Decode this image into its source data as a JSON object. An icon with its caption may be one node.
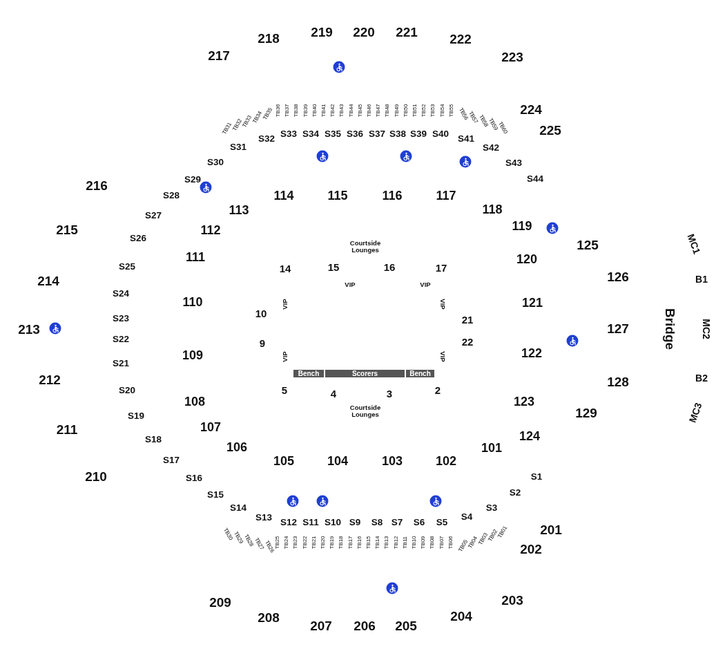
{
  "diagram": {
    "nodes": [
      {
        "text": [
          "Bench"
        ]
      },
      {
        "text": [
          "Scorers"
        ]
      },
      {
        "text": [
          "Bench"
        ]
      }
    ],
    "labels": [
      "219",
      "220",
      "221",
      "218",
      "222",
      "217",
      "223",
      "TB31",
      "TB32",
      "TB33",
      "TB34",
      "TB35",
      "TB36",
      "TB37",
      "TB38",
      "TB39",
      "TB40",
      "TB41",
      "TB42",
      "TB43",
      "TB44",
      "TB45",
      "TB46",
      "TB47",
      "TB48",
      "TB49",
      "TB50",
      "TB51",
      "TB52",
      "TB53",
      "TB54",
      "TB55",
      "TB56",
      "TB57",
      "TB58",
      "TB59",
      "TB60",
      "224",
      "225",
      "S32",
      "S33",
      "S34",
      "S35",
      "S36",
      "S37",
      "S38",
      "S39",
      "S40",
      "S41",
      "S31",
      "S42",
      "S30",
      "S43",
      "216",
      "S29",
      "S44",
      "S28",
      "114",
      "115",
      "116",
      "117",
      "S27",
      "113",
      "118",
      "215",
      "112",
      "119",
      "S26",
      "Courtside Lounges",
      "125",
      "MC1",
      "111",
      "120",
      "S25",
      "14",
      "15",
      "16",
      "17",
      "214",
      "VIP",
      "VIP",
      "126",
      "B1",
      "S24",
      "110",
      "VIP",
      "VIP",
      "121",
      "10",
      "213",
      "S23",
      "21",
      "127",
      "Bridge",
      "MC2",
      "S22",
      "9",
      "22",
      "109",
      "VIP",
      "VIP",
      "122",
      "S21",
      "212",
      "128",
      "B2",
      "S20",
      "5",
      "4",
      "3",
      "2",
      "108",
      "123",
      "S19",
      "Courtside Lounges",
      "129",
      "MC3",
      "211",
      "107",
      "124",
      "S18",
      "106",
      "101",
      "S17",
      "105",
      "104",
      "103",
      "102",
      "210",
      "S16",
      "S1",
      "S15",
      "S2",
      "S14",
      "S3",
      "S13",
      "S12",
      "S11",
      "S10",
      "S9",
      "S8",
      "S7",
      "S6",
      "S5",
      "S4",
      "TB30",
      "TB29",
      "TB28",
      "TB27",
      "TB26",
      "TB25",
      "TB24",
      "TB23",
      "TB22",
      "TB21",
      "TB20",
      "TB19",
      "TB18",
      "TB17",
      "TB16",
      "TB15",
      "TB14",
      "TB13",
      "TB12",
      "TB11",
      "TB10",
      "TB09",
      "TB08",
      "TB07",
      "TB06",
      "TB05",
      "TB04",
      "TB03",
      "TB02",
      "TB01",
      "201",
      "202",
      "209",
      "203",
      "208",
      "204",
      "207",
      "206",
      "205"
    ]
  }
}
